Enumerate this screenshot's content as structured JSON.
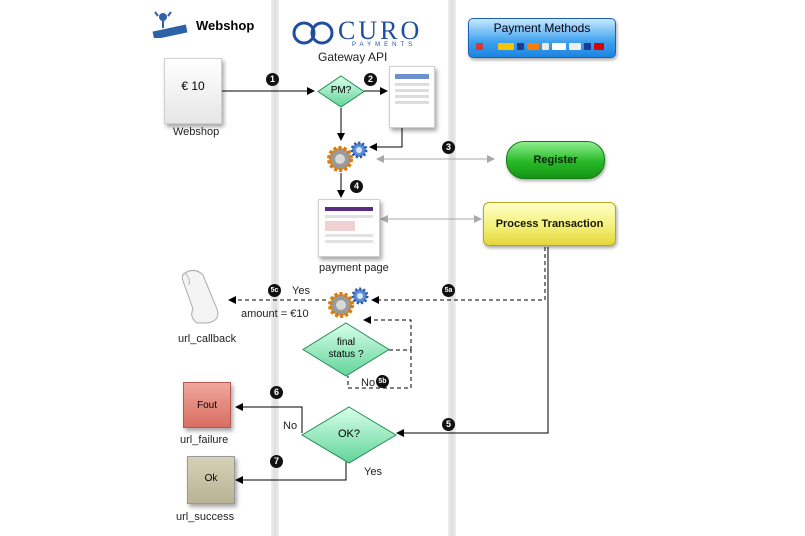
{
  "lanes": {
    "webshop_title": "Webshop",
    "gateway_brand": "CURO",
    "gateway_brand_sub": "PAYMENTS",
    "gateway_title": "Gateway API",
    "payment_methods_title": "Payment Methods"
  },
  "nodes": {
    "amount_doc": "€ 10",
    "webshop_label": "Webshop",
    "pm_decision": "PM?",
    "register": "Register",
    "process_transaction": "Process Transaction",
    "payment_page_label": "payment page",
    "url_callback_label": "url_callback",
    "final_status_line1": "final",
    "final_status_line2": "status ?",
    "ok_decision": "OK?",
    "fout_doc": "Fout",
    "url_failure_label": "url_failure",
    "ok_doc": "Ok",
    "url_success_label": "url_success"
  },
  "edge_labels": {
    "callback_yes": "Yes",
    "callback_amount": "amount = €10",
    "final_no": "No",
    "ok_no": "No",
    "ok_yes": "Yes"
  },
  "step_badges": {
    "s1": "1",
    "s2": "2",
    "s3": "3",
    "s4": "4",
    "s5": "5",
    "s5a": "5a",
    "s5b": "5b",
    "s5c": "5c",
    "s6": "6",
    "s7": "7"
  },
  "colors": {
    "register": "#27b827",
    "process_transaction": "#f4f07a",
    "decision": "#9ff0c8",
    "payment_methods": "#3ea1ee",
    "fout_doc": "#e0857a",
    "ok_doc": "#c9c4a6"
  }
}
